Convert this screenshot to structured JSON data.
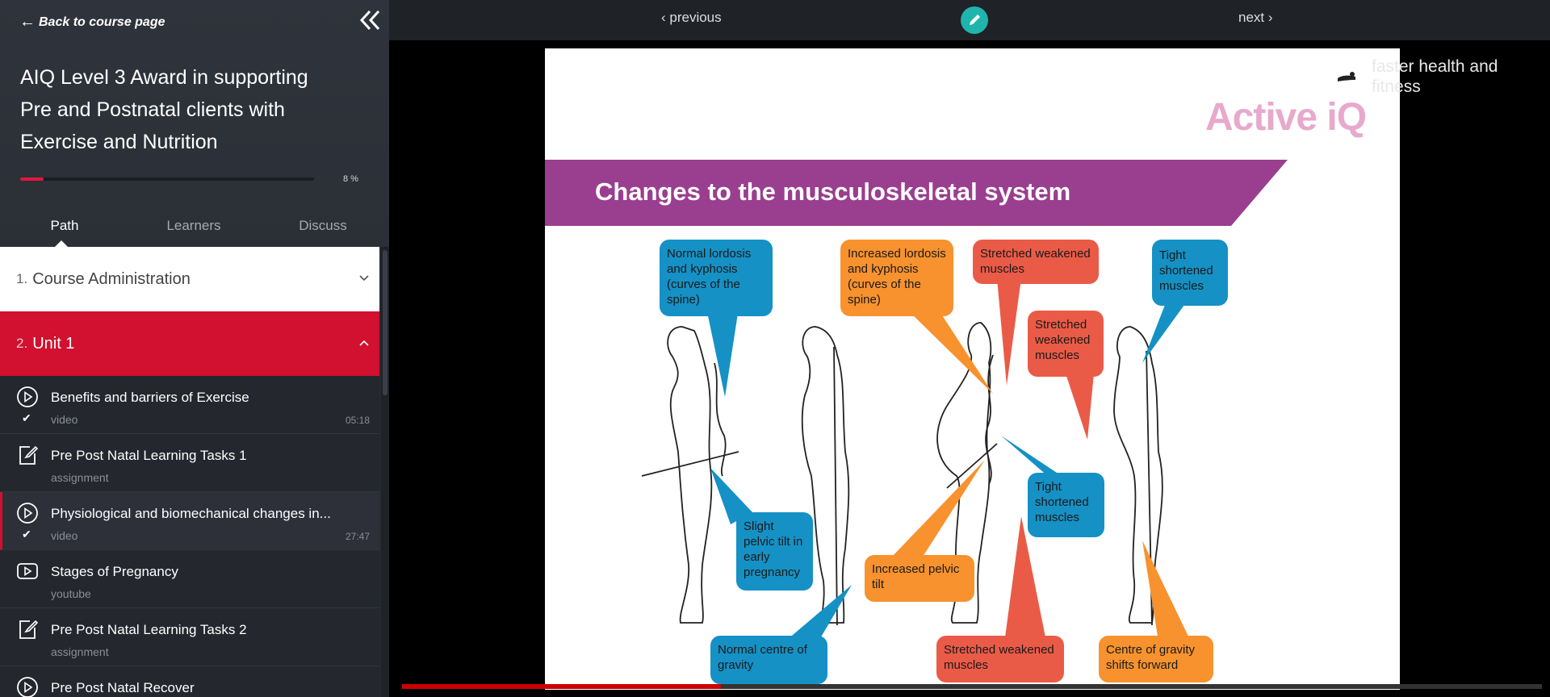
{
  "sidebar": {
    "back_label": "Back to course page",
    "course_title": "AIQ Level 3 Award in supporting Pre and Postnatal clients with Exercise and Nutrition",
    "progress_text": "8 %",
    "progress_value": 0.08,
    "tabs": [
      {
        "label": "Path",
        "active": true
      },
      {
        "label": "Learners",
        "active": false
      },
      {
        "label": "Discuss",
        "active": false
      }
    ],
    "sections": [
      {
        "number": "1.",
        "label": "Course Administration",
        "expanded": false
      },
      {
        "number": "2.",
        "label": "Unit 1",
        "expanded": true
      }
    ],
    "lessons": [
      {
        "title": "Benefits and barriers of Exercise",
        "type": "video",
        "check": "✔",
        "duration": "05:18",
        "icon": "play-circle-icon"
      },
      {
        "title": "Pre Post Natal Learning Tasks 1",
        "type": "assignment",
        "check": "",
        "duration": "",
        "icon": "edit-square-icon"
      },
      {
        "title": "Physiological and biomechanical changes in...",
        "type": "video",
        "check": "✔",
        "duration": "27:47",
        "icon": "play-circle-icon"
      },
      {
        "title": "Stages of Pregnancy",
        "type": "youtube",
        "check": "",
        "duration": "",
        "icon": "play-rect-icon"
      },
      {
        "title": "Pre Post Natal Learning Tasks 2",
        "type": "assignment",
        "check": "",
        "duration": "",
        "icon": "edit-square-icon"
      },
      {
        "title": "Pre Post Natal Recover",
        "type": "",
        "check": "",
        "duration": "",
        "icon": "play-circle-icon"
      }
    ]
  },
  "topbar": {
    "prev_label": "‹ previous",
    "next_label": "next ›"
  },
  "slide": {
    "title": "Changes to the musculoskeletal system",
    "logo": "Active iQ",
    "bubbles": {
      "normal_lordosis": "Normal lordosis and kyphosis (curves of the spine)",
      "increased_lordosis": "Increased lordosis and kyphosis (curves of the spine)",
      "stretched_top": "Stretched weakened muscles",
      "tight_top": "Tight shortened muscles",
      "stretched_mid": "Stretched weakened muscles",
      "slight_pelvic": "Slight pelvic tilt in early pregnancy",
      "tight_mid": "Tight shortened muscles",
      "increased_pelvic": "Increased pelvic tilt",
      "normal_gravity": "Normal centre of gravity",
      "stretched_bottom": "Stretched weakened muscles",
      "gravity_forward": "Centre of gravity shifts forward"
    }
  },
  "channel": {
    "name": "faster health and fitness"
  },
  "video": {
    "progress_value": 0.28
  },
  "colors": {
    "accent_red": "#d2102f",
    "slide_purple": "#9a3e8f",
    "bubble_blue": "#1591c5",
    "bubble_orange": "#f7922e",
    "bubble_red": "#ea5b47",
    "edit_teal": "#1fb5ad"
  }
}
